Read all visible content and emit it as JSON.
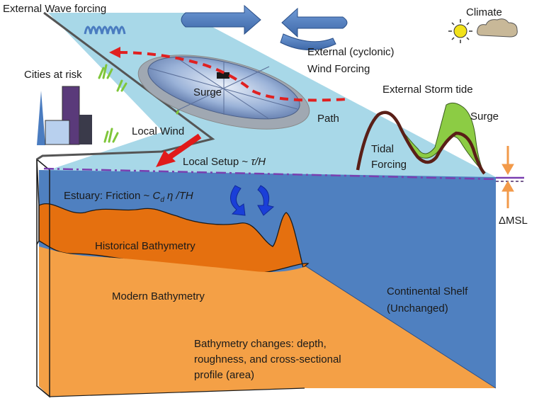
{
  "labels": {
    "external_wave_forcing": "External Wave forcing",
    "climate": "Climate",
    "external_wind_line1": "External (cyclonic)",
    "external_wind_line2": "Wind Forcing",
    "cities_at_risk": "Cities at risk",
    "surge_storm": "Surge",
    "path": "Path",
    "external_storm_tide": "External Storm tide",
    "surge_tide": "Surge",
    "local_wind": "Local Wind",
    "local_setup_prefix": "Local Setup ~ ",
    "local_setup_tau": "τ",
    "local_setup_suffix": "/H",
    "tidal_line1": "Tidal",
    "tidal_line2": "Forcing",
    "estuary_prefix": "Estuary:  Friction ~ ",
    "estuary_c": "C",
    "estuary_d": "d",
    "estuary_eta": " η ",
    "estuary_suffix": "/TH",
    "delta_msl": "ΔMSL",
    "historical_bathymetry": "Historical Bathymetry",
    "modern_bathymetry": "Modern Bathymetry",
    "continental_shelf_line1": "Continental Shelf",
    "continental_shelf_line2": "(Unchanged)",
    "bathy_changes_line1": "Bathymetry changes: depth,",
    "bathy_changes_line2": "roughness, and cross-sectional",
    "bathy_changes_line3": "profile (area)"
  },
  "colors": {
    "sea_surface": "#a8d8e8",
    "water_body": "#4f80c0",
    "historical_bathymetry": "#e5700f",
    "modern_bathymetry": "#f4a046",
    "storm_path": "#e02020",
    "local_wind_arrow": "#e01a1a",
    "msl_line": "#7a3fb0",
    "tide_curve": "#5a1f17",
    "surge_fill": "#8ccc44",
    "wind_arrows": "#4a7cc0"
  }
}
